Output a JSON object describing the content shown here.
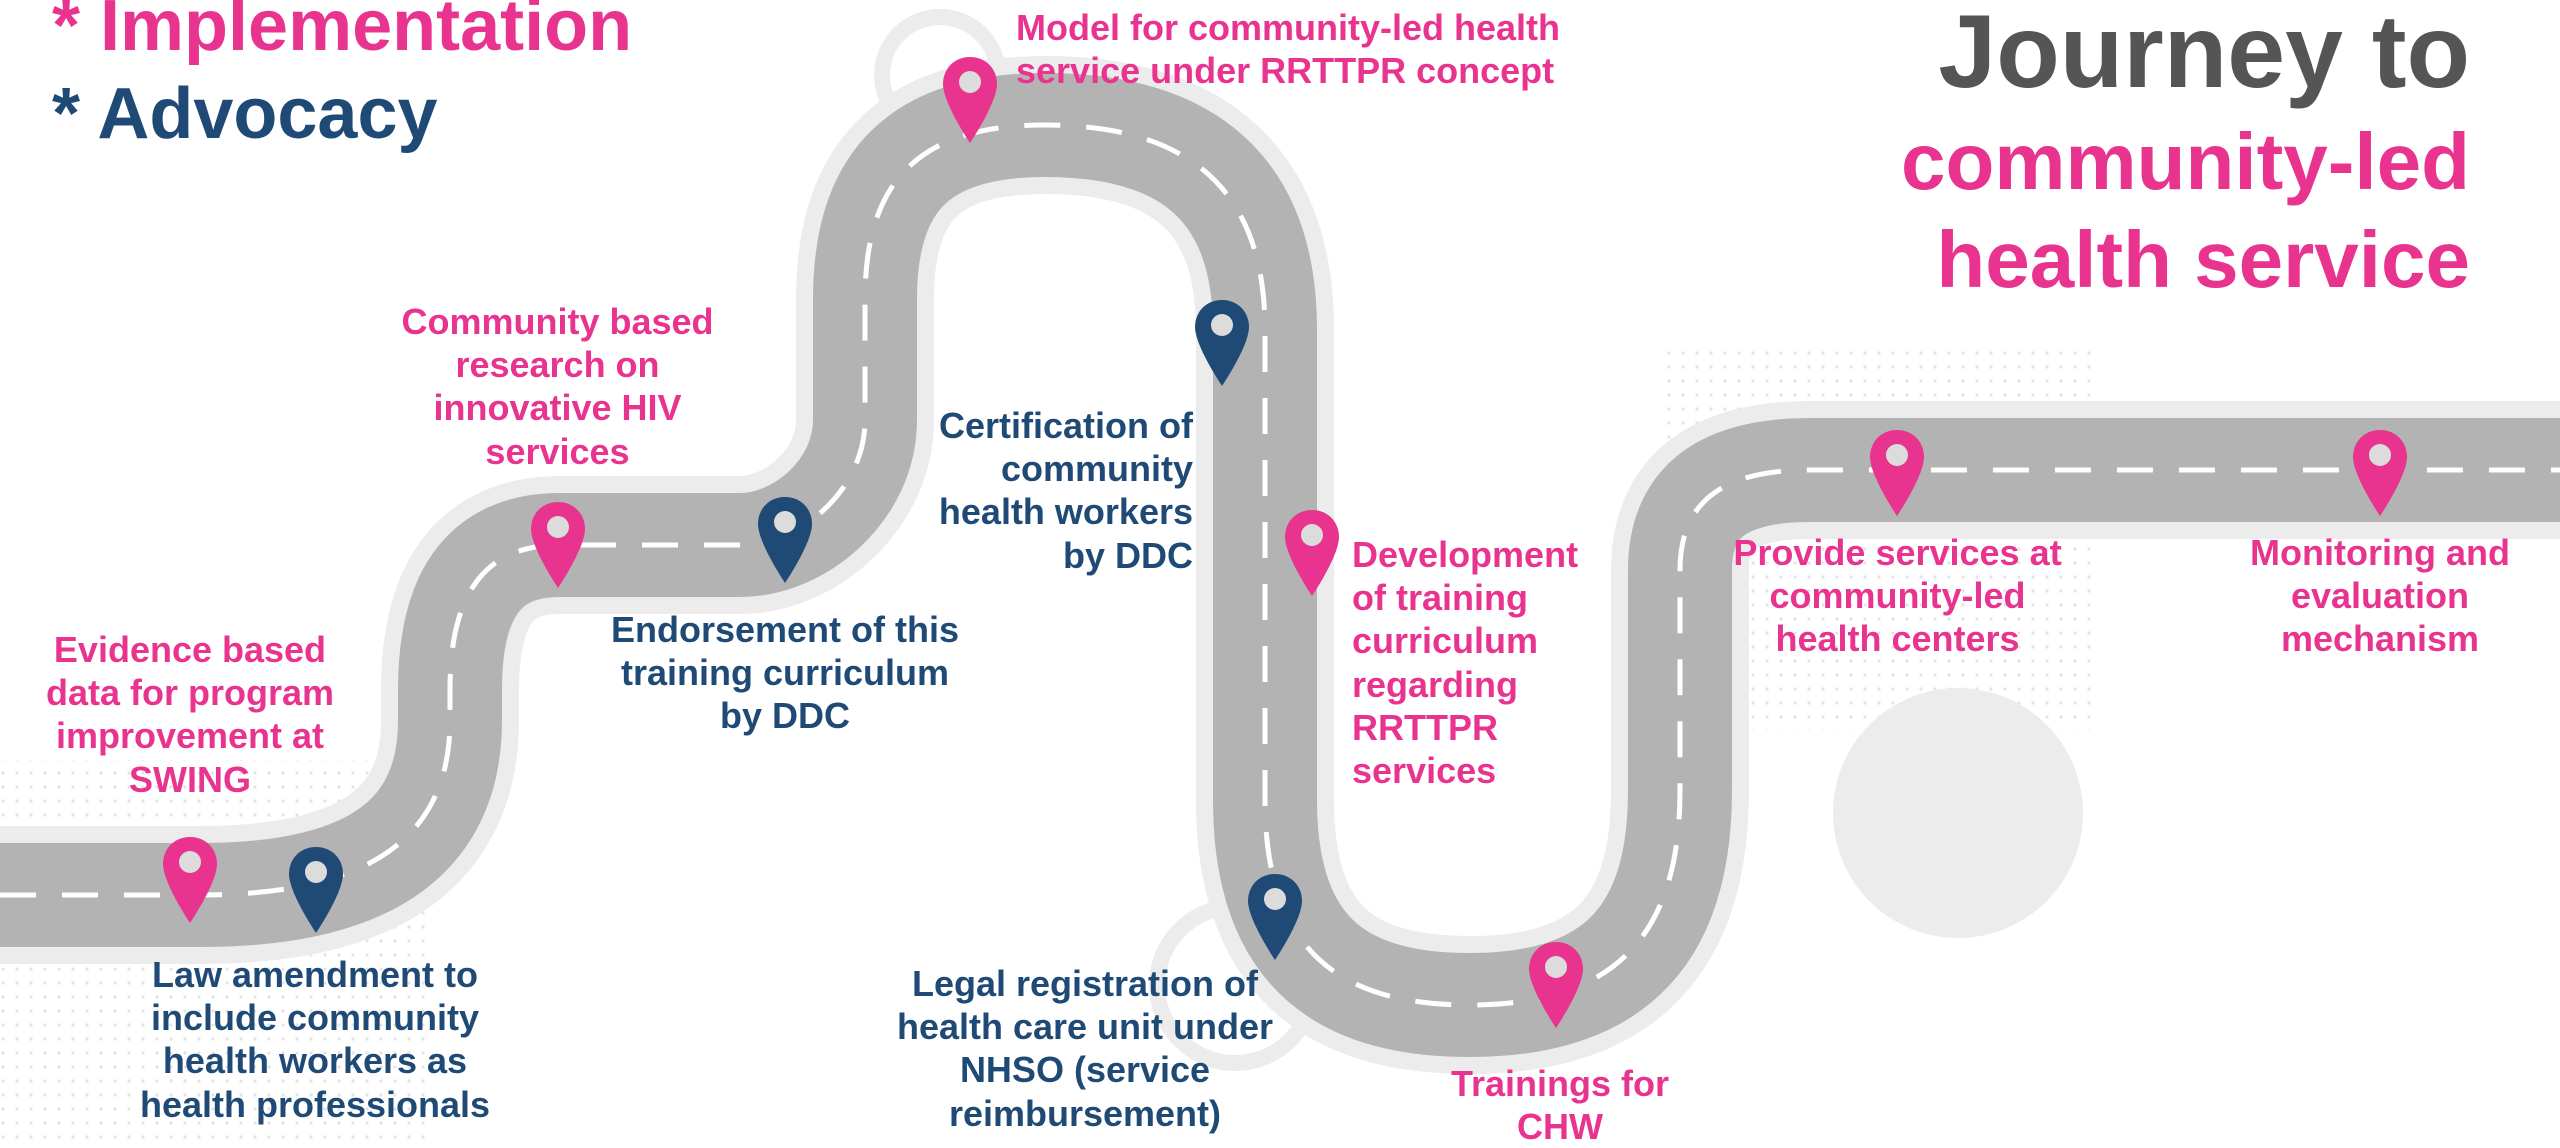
{
  "legend": {
    "implementation": "* Implementation",
    "advocacy": "* Advocacy"
  },
  "title": {
    "line1": "Journey to",
    "line2": "community-led",
    "line3": "health service"
  },
  "colors": {
    "implementation": "#e8348f",
    "advocacy": "#1f4a76",
    "title_gray": "#555555",
    "road": "#b3b3b3",
    "road_shadow": "#ececec"
  },
  "milestones": [
    {
      "id": "evidence",
      "category": "implementation",
      "pin_icon": "map-pin-icon",
      "label": "Evidence based data for program improvement at SWING"
    },
    {
      "id": "law",
      "category": "advocacy",
      "pin_icon": "map-pin-icon",
      "label": "Law amendment to include community health workers as health professionals"
    },
    {
      "id": "research",
      "category": "implementation",
      "pin_icon": "map-pin-icon",
      "label": "Community based research on innovative HIV services"
    },
    {
      "id": "endorsement",
      "category": "advocacy",
      "pin_icon": "map-pin-icon",
      "label": "Endorsement of this training curriculum by DDC"
    },
    {
      "id": "model",
      "category": "implementation",
      "pin_icon": "map-pin-icon",
      "label": "Model for community-led health service under RRTTPR concept"
    },
    {
      "id": "certification",
      "category": "advocacy",
      "pin_icon": "map-pin-icon",
      "label": "Certification of community health workers by DDC"
    },
    {
      "id": "curriculum",
      "category": "implementation",
      "pin_icon": "map-pin-icon",
      "label": "Development of training curriculum regarding RRTTPR services"
    },
    {
      "id": "registration",
      "category": "advocacy",
      "pin_icon": "map-pin-icon",
      "label": "Legal registration of health care unit under NHSO (service reimbursement)"
    },
    {
      "id": "trainings",
      "category": "implementation",
      "pin_icon": "map-pin-icon",
      "label": "Trainings for CHW"
    },
    {
      "id": "services",
      "category": "implementation",
      "pin_icon": "map-pin-icon",
      "label": "Provide services at community-led health centers"
    },
    {
      "id": "monitoring",
      "category": "implementation",
      "pin_icon": "map-pin-icon",
      "label": "Monitoring and evaluation mechanism"
    }
  ]
}
